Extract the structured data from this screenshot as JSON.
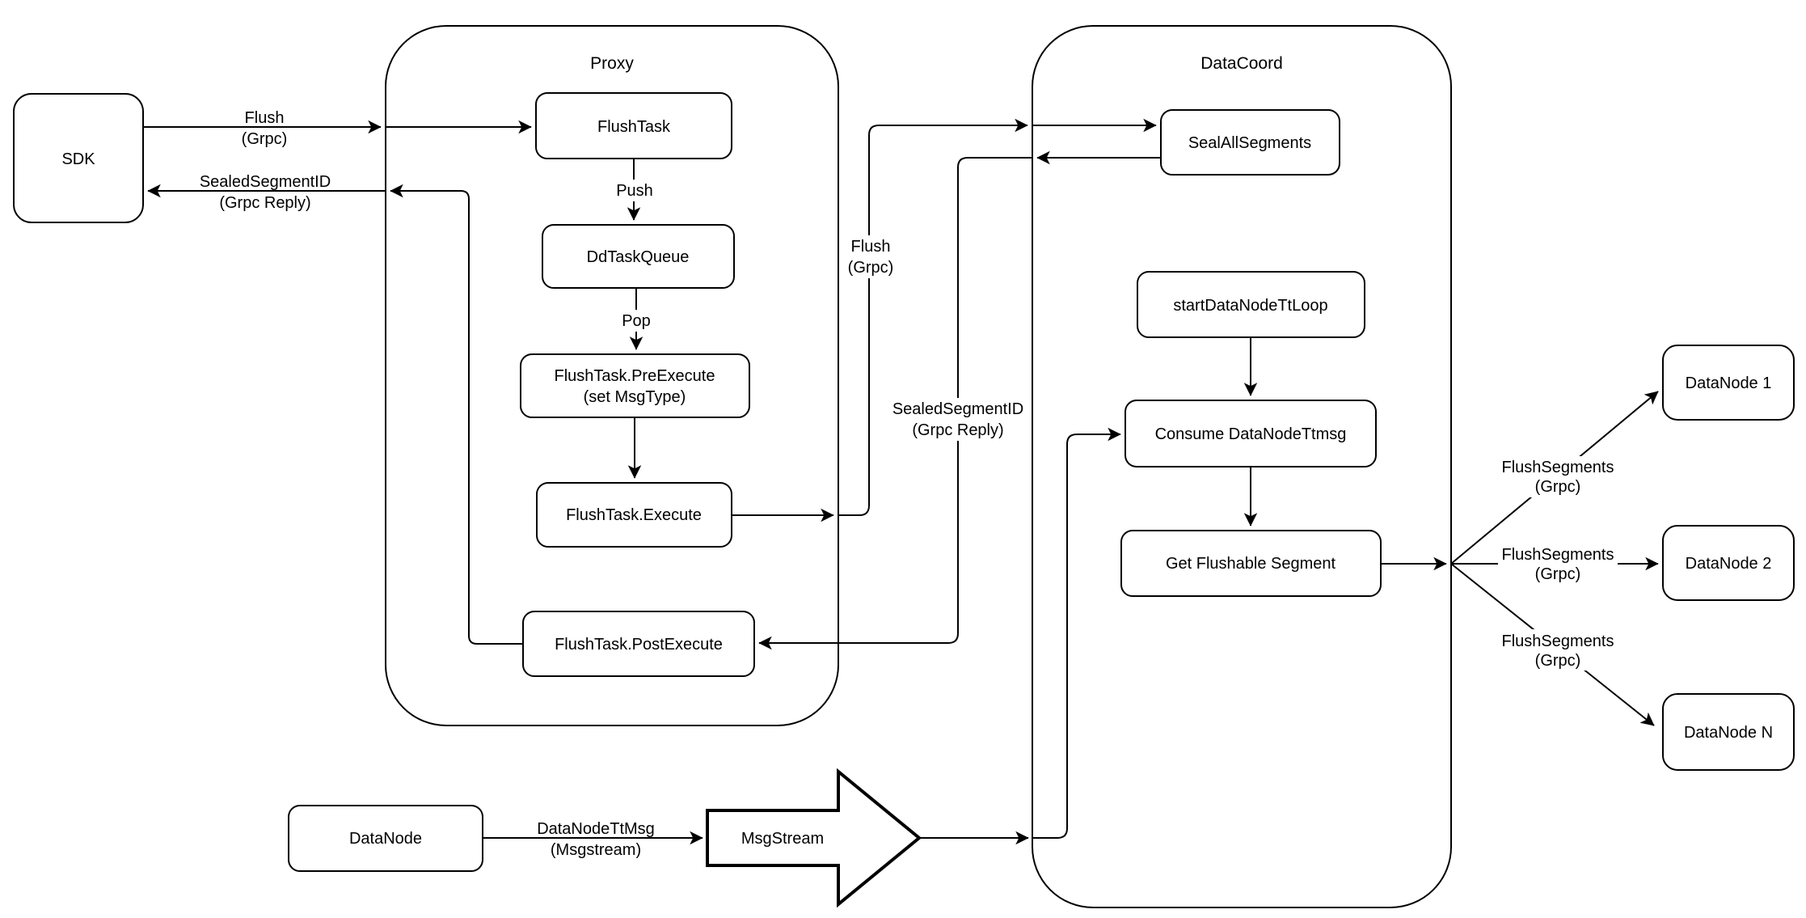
{
  "colors": {
    "background": "#ffffff",
    "stroke": "#000000"
  },
  "containers": {
    "proxy": {
      "title": "Proxy"
    },
    "datacoord": {
      "title": "DataCoord"
    }
  },
  "nodes": {
    "sdk": {
      "label": "SDK"
    },
    "flush_task": {
      "label": "FlushTask"
    },
    "dd_task_queue": {
      "label": "DdTaskQueue"
    },
    "pre_execute": {
      "line1": "FlushTask.PreExecute",
      "line2": "(set MsgType)"
    },
    "execute": {
      "label": "FlushTask.Execute"
    },
    "post_execute": {
      "label": "FlushTask.PostExecute"
    },
    "seal_all_segments": {
      "label": "SealAllSegments"
    },
    "start_datanode_tt_loop": {
      "label": "startDataNodeTtLoop"
    },
    "consume_datanode_ttmsg": {
      "label": "Consume DataNodeTtmsg"
    },
    "get_flushable_segment": {
      "label": "Get Flushable Segment"
    },
    "datanode_1": {
      "label": "DataNode 1"
    },
    "datanode_2": {
      "label": "DataNode 2"
    },
    "datanode_n": {
      "label": "DataNode N"
    },
    "datanode_bottom": {
      "label": "DataNode"
    },
    "msgstream": {
      "label": "MsgStream"
    }
  },
  "edge_labels": {
    "sdk_flush": {
      "line1": "Flush",
      "line2": "(Grpc)"
    },
    "sdk_reply": {
      "line1": "SealedSegmentID",
      "line2": "(Grpc Reply)"
    },
    "push": {
      "label": "Push"
    },
    "pop": {
      "label": "Pop"
    },
    "proxy_flush": {
      "line1": "Flush",
      "line2": "(Grpc)"
    },
    "proxy_reply": {
      "line1": "SealedSegmentID",
      "line2": "(Grpc Reply)"
    },
    "flush_segments_1": {
      "line1": "FlushSegments",
      "line2": "(Grpc)"
    },
    "flush_segments_2": {
      "line1": "FlushSegments",
      "line2": "(Grpc)"
    },
    "flush_segments_3": {
      "line1": "FlushSegments",
      "line2": "(Grpc)"
    },
    "datanode_ttmsg": {
      "line1": "DataNodeTtMsg",
      "line2": "(Msgstream)"
    }
  }
}
